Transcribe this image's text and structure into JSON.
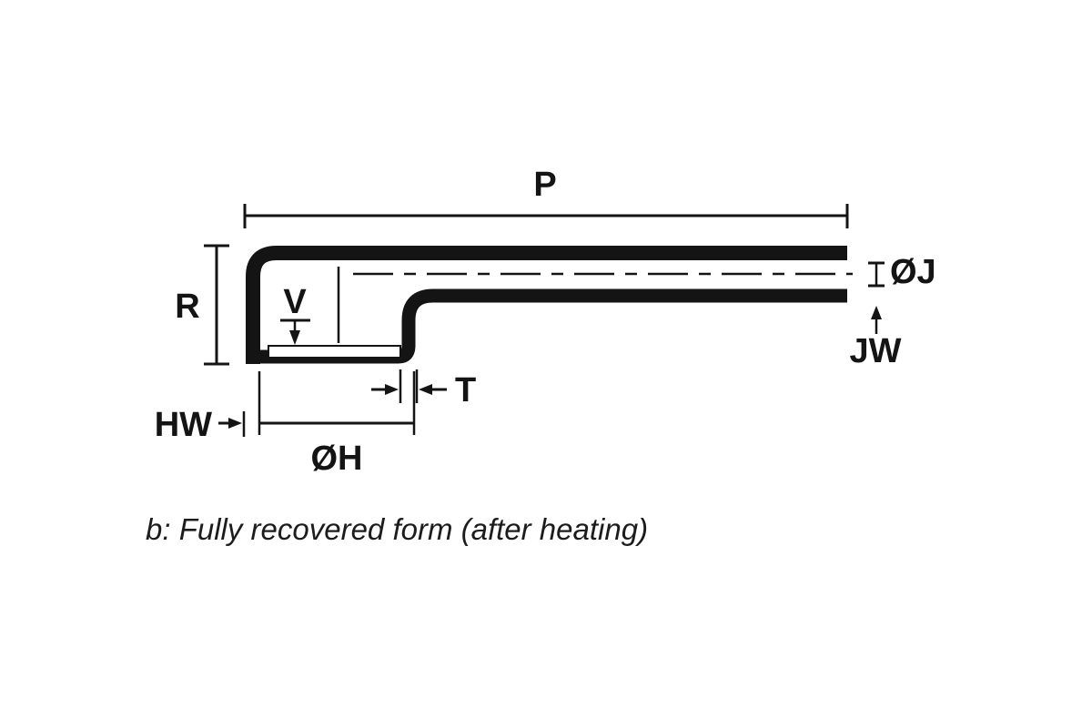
{
  "diagram": {
    "labels": {
      "p": "P",
      "r": "R",
      "v": "V",
      "t": "T",
      "hw": "HW",
      "oh": "ØH",
      "oj": "ØJ",
      "jw": "JW"
    },
    "caption": "b: Fully recovered form (after heating)",
    "colors": {
      "line": "#141414",
      "background": "#ffffff"
    }
  }
}
